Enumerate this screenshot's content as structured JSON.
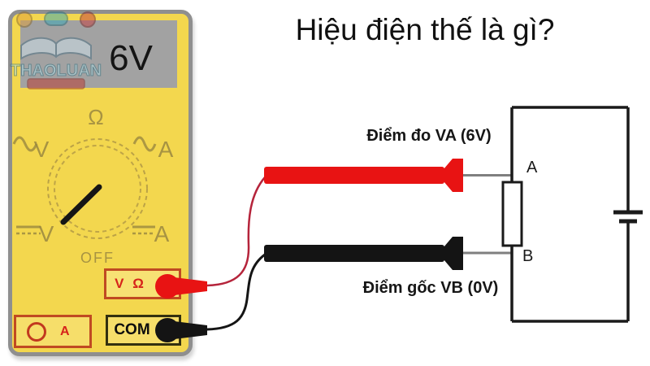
{
  "title": "Hiệu điện thế là gì?",
  "watermark": {
    "brand": "THAOLUAN"
  },
  "multimeter": {
    "display_value": "6V",
    "dial": {
      "ohm_label": "Ω",
      "ac_voltage_label": "V",
      "ac_current_label": "A",
      "dc_voltage_label": "V",
      "dc_current_label": "A",
      "off_label": "OFF"
    },
    "ports": {
      "volt_ohm_label": "V Ω",
      "com_label": "COM",
      "current_label": "A"
    }
  },
  "circuit": {
    "node_a_label": "A",
    "node_b_label": "B",
    "measure_point_label": "Điểm đo VA (6V)",
    "reference_point_label": "Điểm gốc VB (0V)"
  },
  "colors": {
    "meter_body": "#F3D74E",
    "meter_border": "#8F8F8F",
    "display_bg": "#A2A2A2",
    "dial_markings": "#9A8840",
    "probe_red": "#E81313",
    "probe_black": "#141414",
    "port_outline_red": "#C04A22",
    "label_red": "#D6231A",
    "wire_red": "#B5243B",
    "circuit_line": "#1A1A1A"
  }
}
